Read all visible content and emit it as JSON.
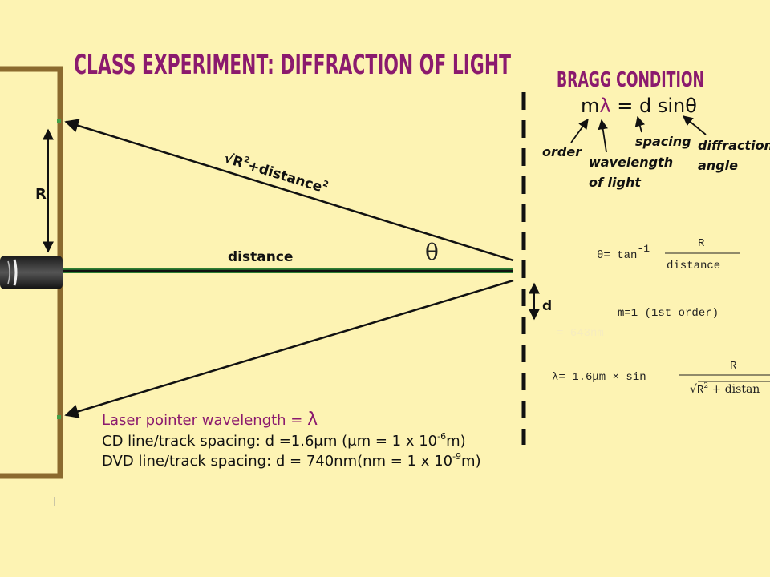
{
  "title": "CLASS EXPERIMENT: DIFFRACTION OF LIGHT",
  "bragg": {
    "heading": "BRAGG CONDITION",
    "eq_m": "m",
    "eq_lambda": "λ",
    "eq_rest": " = d sinθ",
    "labels": {
      "order": "order",
      "wavelength_1": "wavelength",
      "wavelength_2": "of light",
      "spacing": "spacing",
      "angle_1": "diffraction",
      "angle_2": "angle"
    }
  },
  "diagram": {
    "R_label": "R",
    "distance_label": "distance",
    "theta_label": "θ",
    "d_label": "d",
    "hyp_sqrt": "√",
    "hyp_R": "R",
    "hyp_R_exp": "2",
    "hyp_rest": "+distance",
    "hyp_rest_exp": "2"
  },
  "formulas": {
    "theta_lhs": "θ= tan",
    "theta_exp": "-1",
    "theta_num": "R",
    "theta_den": "distance",
    "order_note": "m=1 (1st order)",
    "faint_result": "= 643nm",
    "lambda_lhs": "λ= 1.6μm × sin",
    "lambda_num": "R",
    "lambda_den_sqrt": "√",
    "lambda_den_R": "R",
    "lambda_den_exp": "2",
    "lambda_den_rest": " + distan"
  },
  "notes": {
    "line1_text": "Laser pointer wavelength = ",
    "line1_symbol": "λ",
    "line2": "CD line/track spacing:   d   =1.6μm (μm = 1 x 10",
    "line2_exp": "-6",
    "line2_end": "m)",
    "line3": "DVD line/track spacing: d  = 740nm(nm = 1 x 10",
    "line3_exp": "-9",
    "line3_end": "m)"
  },
  "colors": {
    "background": "#fdf3b3",
    "title": "#8b1a6e",
    "frame": "#8b6a2e",
    "beam": "#2e7d32"
  }
}
